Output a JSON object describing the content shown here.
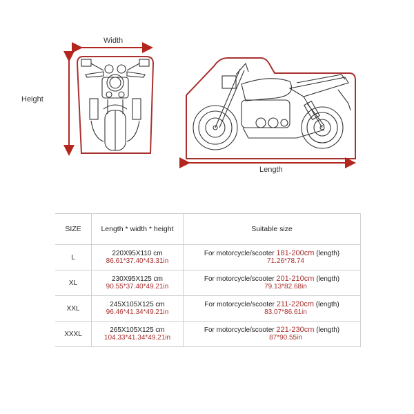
{
  "diagram": {
    "front_view": {
      "width_label": "Width",
      "height_label": "Height"
    },
    "side_view": {
      "length_label": "Length"
    },
    "accent_color": "#a8312e"
  },
  "table": {
    "headers": [
      "SIZE",
      "Length * width * height",
      "Suitable size"
    ],
    "rows": [
      {
        "size": "L",
        "dims_cm": "220X95X110 cm",
        "dims_in": "86.61*37.40*43.31in",
        "suit_prefix": "For motorcycle/scooter",
        "suit_range": "181-200cm",
        "suit_suffix": "(length)",
        "suit_in": "71.26*78.74"
      },
      {
        "size": "XL",
        "dims_cm": "230X95X125 cm",
        "dims_in": "90.55*37.40*49.21in",
        "suit_prefix": "For motorcycle/scooter",
        "suit_range": "201-210cm",
        "suit_suffix": "(length)",
        "suit_in": "79.13*82.68in"
      },
      {
        "size": "XXL",
        "dims_cm": "245X105X125 cm",
        "dims_in": "96.46*41.34*49.21in",
        "suit_prefix": "For motorcycle/scooter",
        "suit_range": "211-220cm",
        "suit_suffix": "(length)",
        "suit_in": "83.07*86.61in"
      },
      {
        "size": "XXXL",
        "dims_cm": "265X105X125 cm",
        "dims_in": "104.33*41.34*49.21in",
        "suit_prefix": "For motorcycle/scooter",
        "suit_range": "221-230cm",
        "suit_suffix": "(length)",
        "suit_in": "87*90.55in"
      }
    ]
  }
}
